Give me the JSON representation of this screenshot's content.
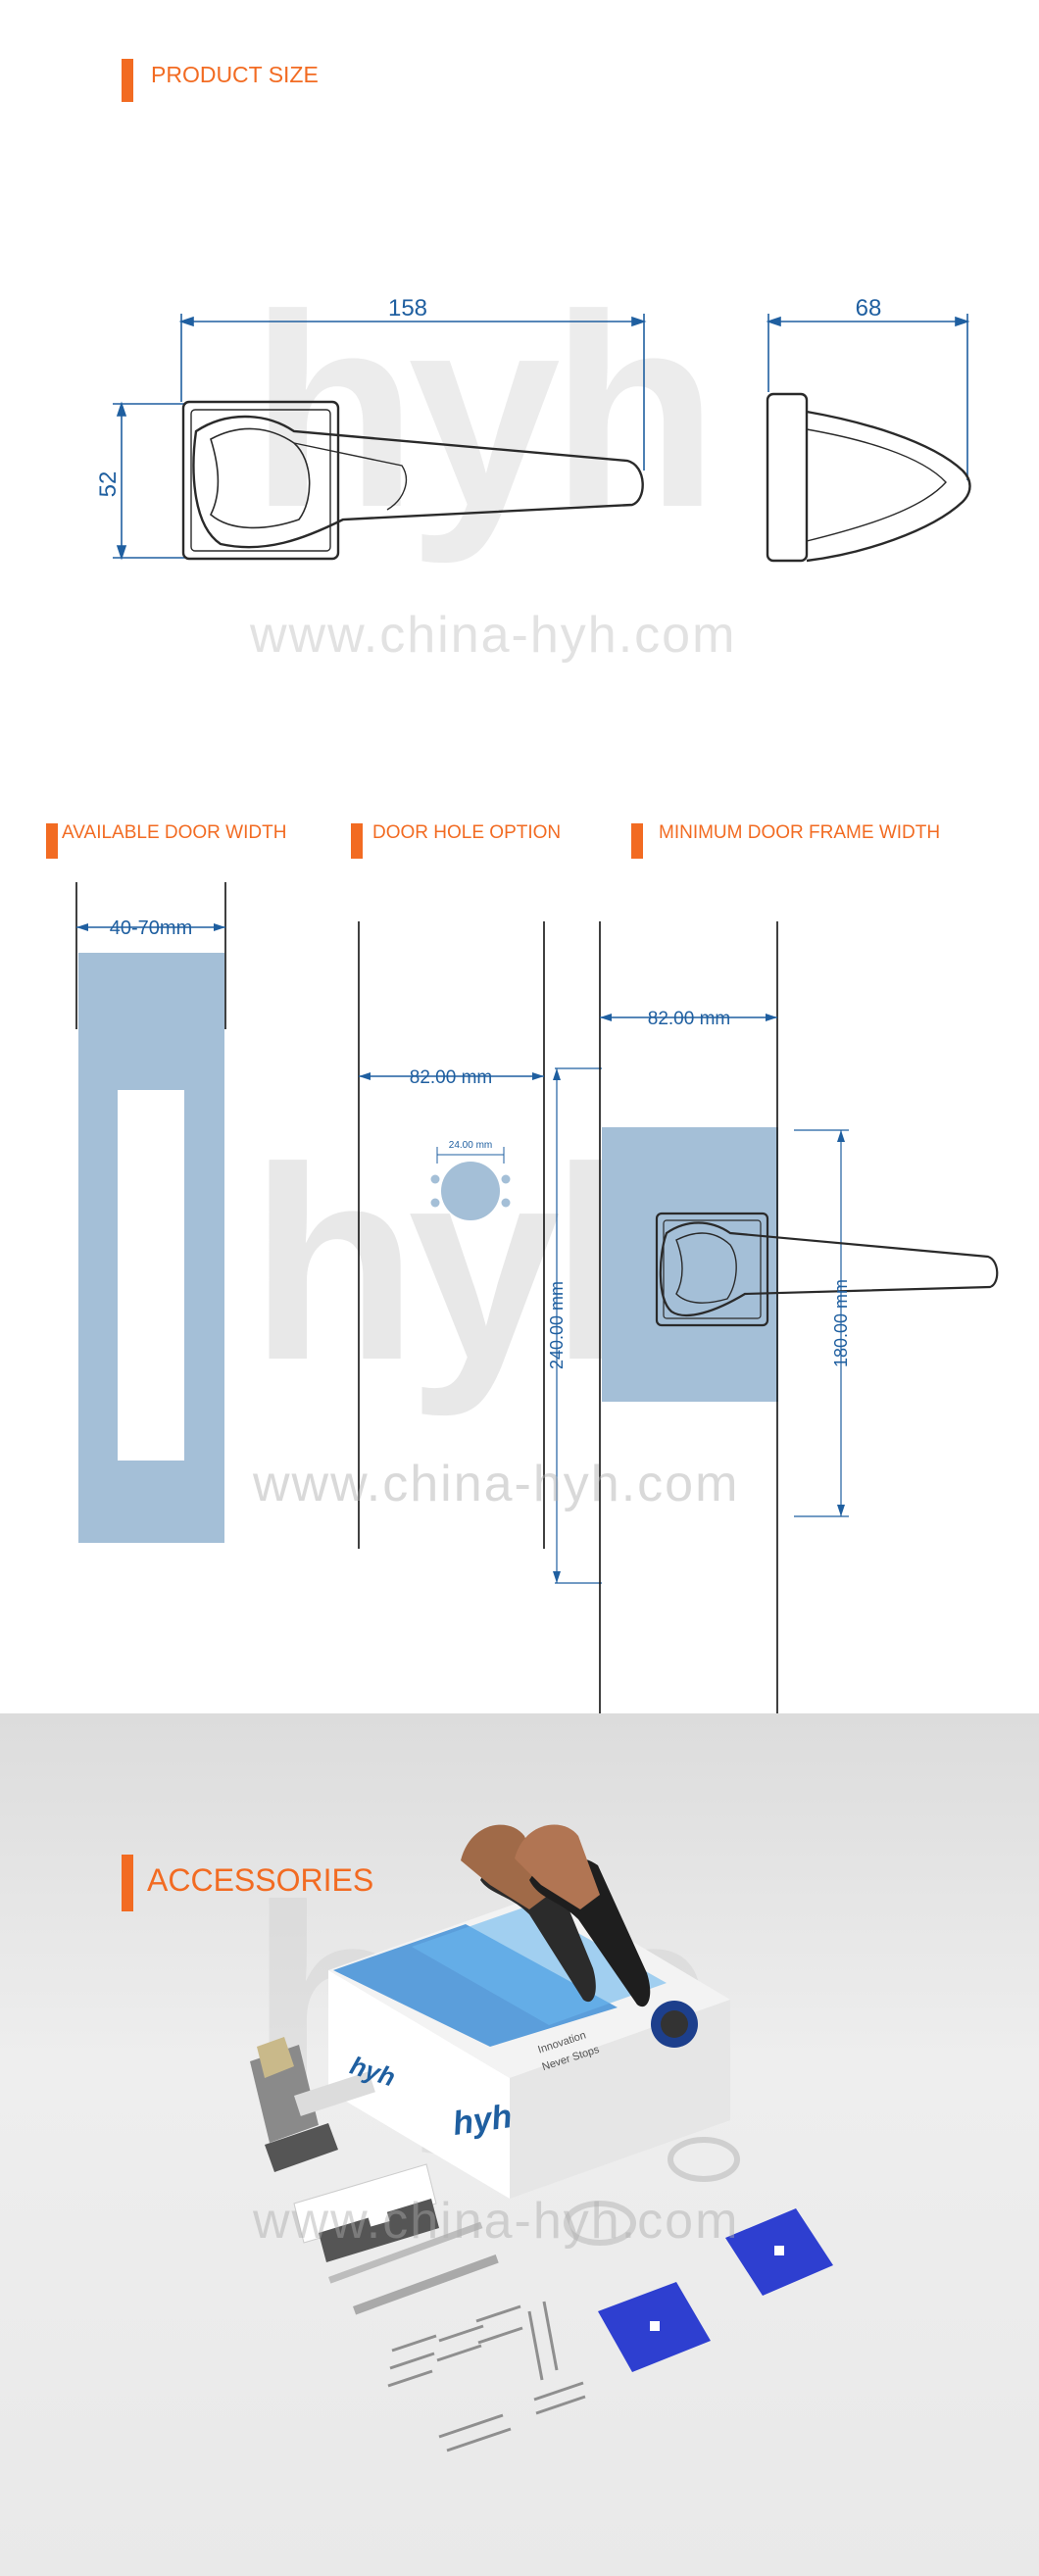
{
  "sections": {
    "product_size": "PRODUCT SIZE",
    "door_width": "AVAILABLE DOOR WIDTH",
    "door_hole": "DOOR HOLE OPTION",
    "frame_width": "MINIMUM DOOR FRAME WIDTH",
    "accessories": "ACCESSORIES"
  },
  "dimensions": {
    "length": "158",
    "height": "52",
    "depth": "68",
    "door_width": "40-70mm",
    "backset_hole": "82.00 mm",
    "hole_diameter": "24.00 mm",
    "hole_height": "240.00 mm",
    "backset_frame": "82.00 mm",
    "frame_height": "180.00 mm"
  },
  "watermark": {
    "url": "www.china-hyh.com",
    "logo": "hyh"
  },
  "box": {
    "logo": "hyh",
    "slogan_1": "Innovation",
    "slogan_2": "Never Stops"
  },
  "colors": {
    "accent": "#f26b22",
    "dimension": "#1f5fa0",
    "panel": "#a4bfd7",
    "accessory_bg": "#e4e4e4",
    "plate_blue": "#2e3fd0"
  }
}
